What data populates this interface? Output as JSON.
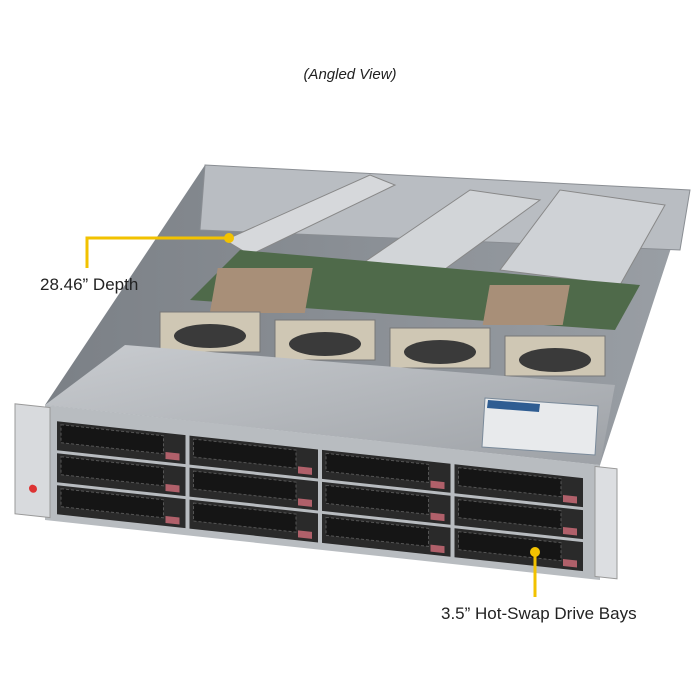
{
  "caption": "(Angled View)",
  "callouts": {
    "depth": "28.46” Depth",
    "drive_bays": "3.5” Hot-Swap Drive Bays"
  },
  "drive_bay_grid": {
    "columns": 4,
    "rows": 3
  },
  "fan_count": 4,
  "colors": {
    "callout_line": "#F2C200",
    "chassis": "#A9ADB1",
    "drive_tray": "#2A2A2A",
    "drive_latch": "#B0606A"
  }
}
